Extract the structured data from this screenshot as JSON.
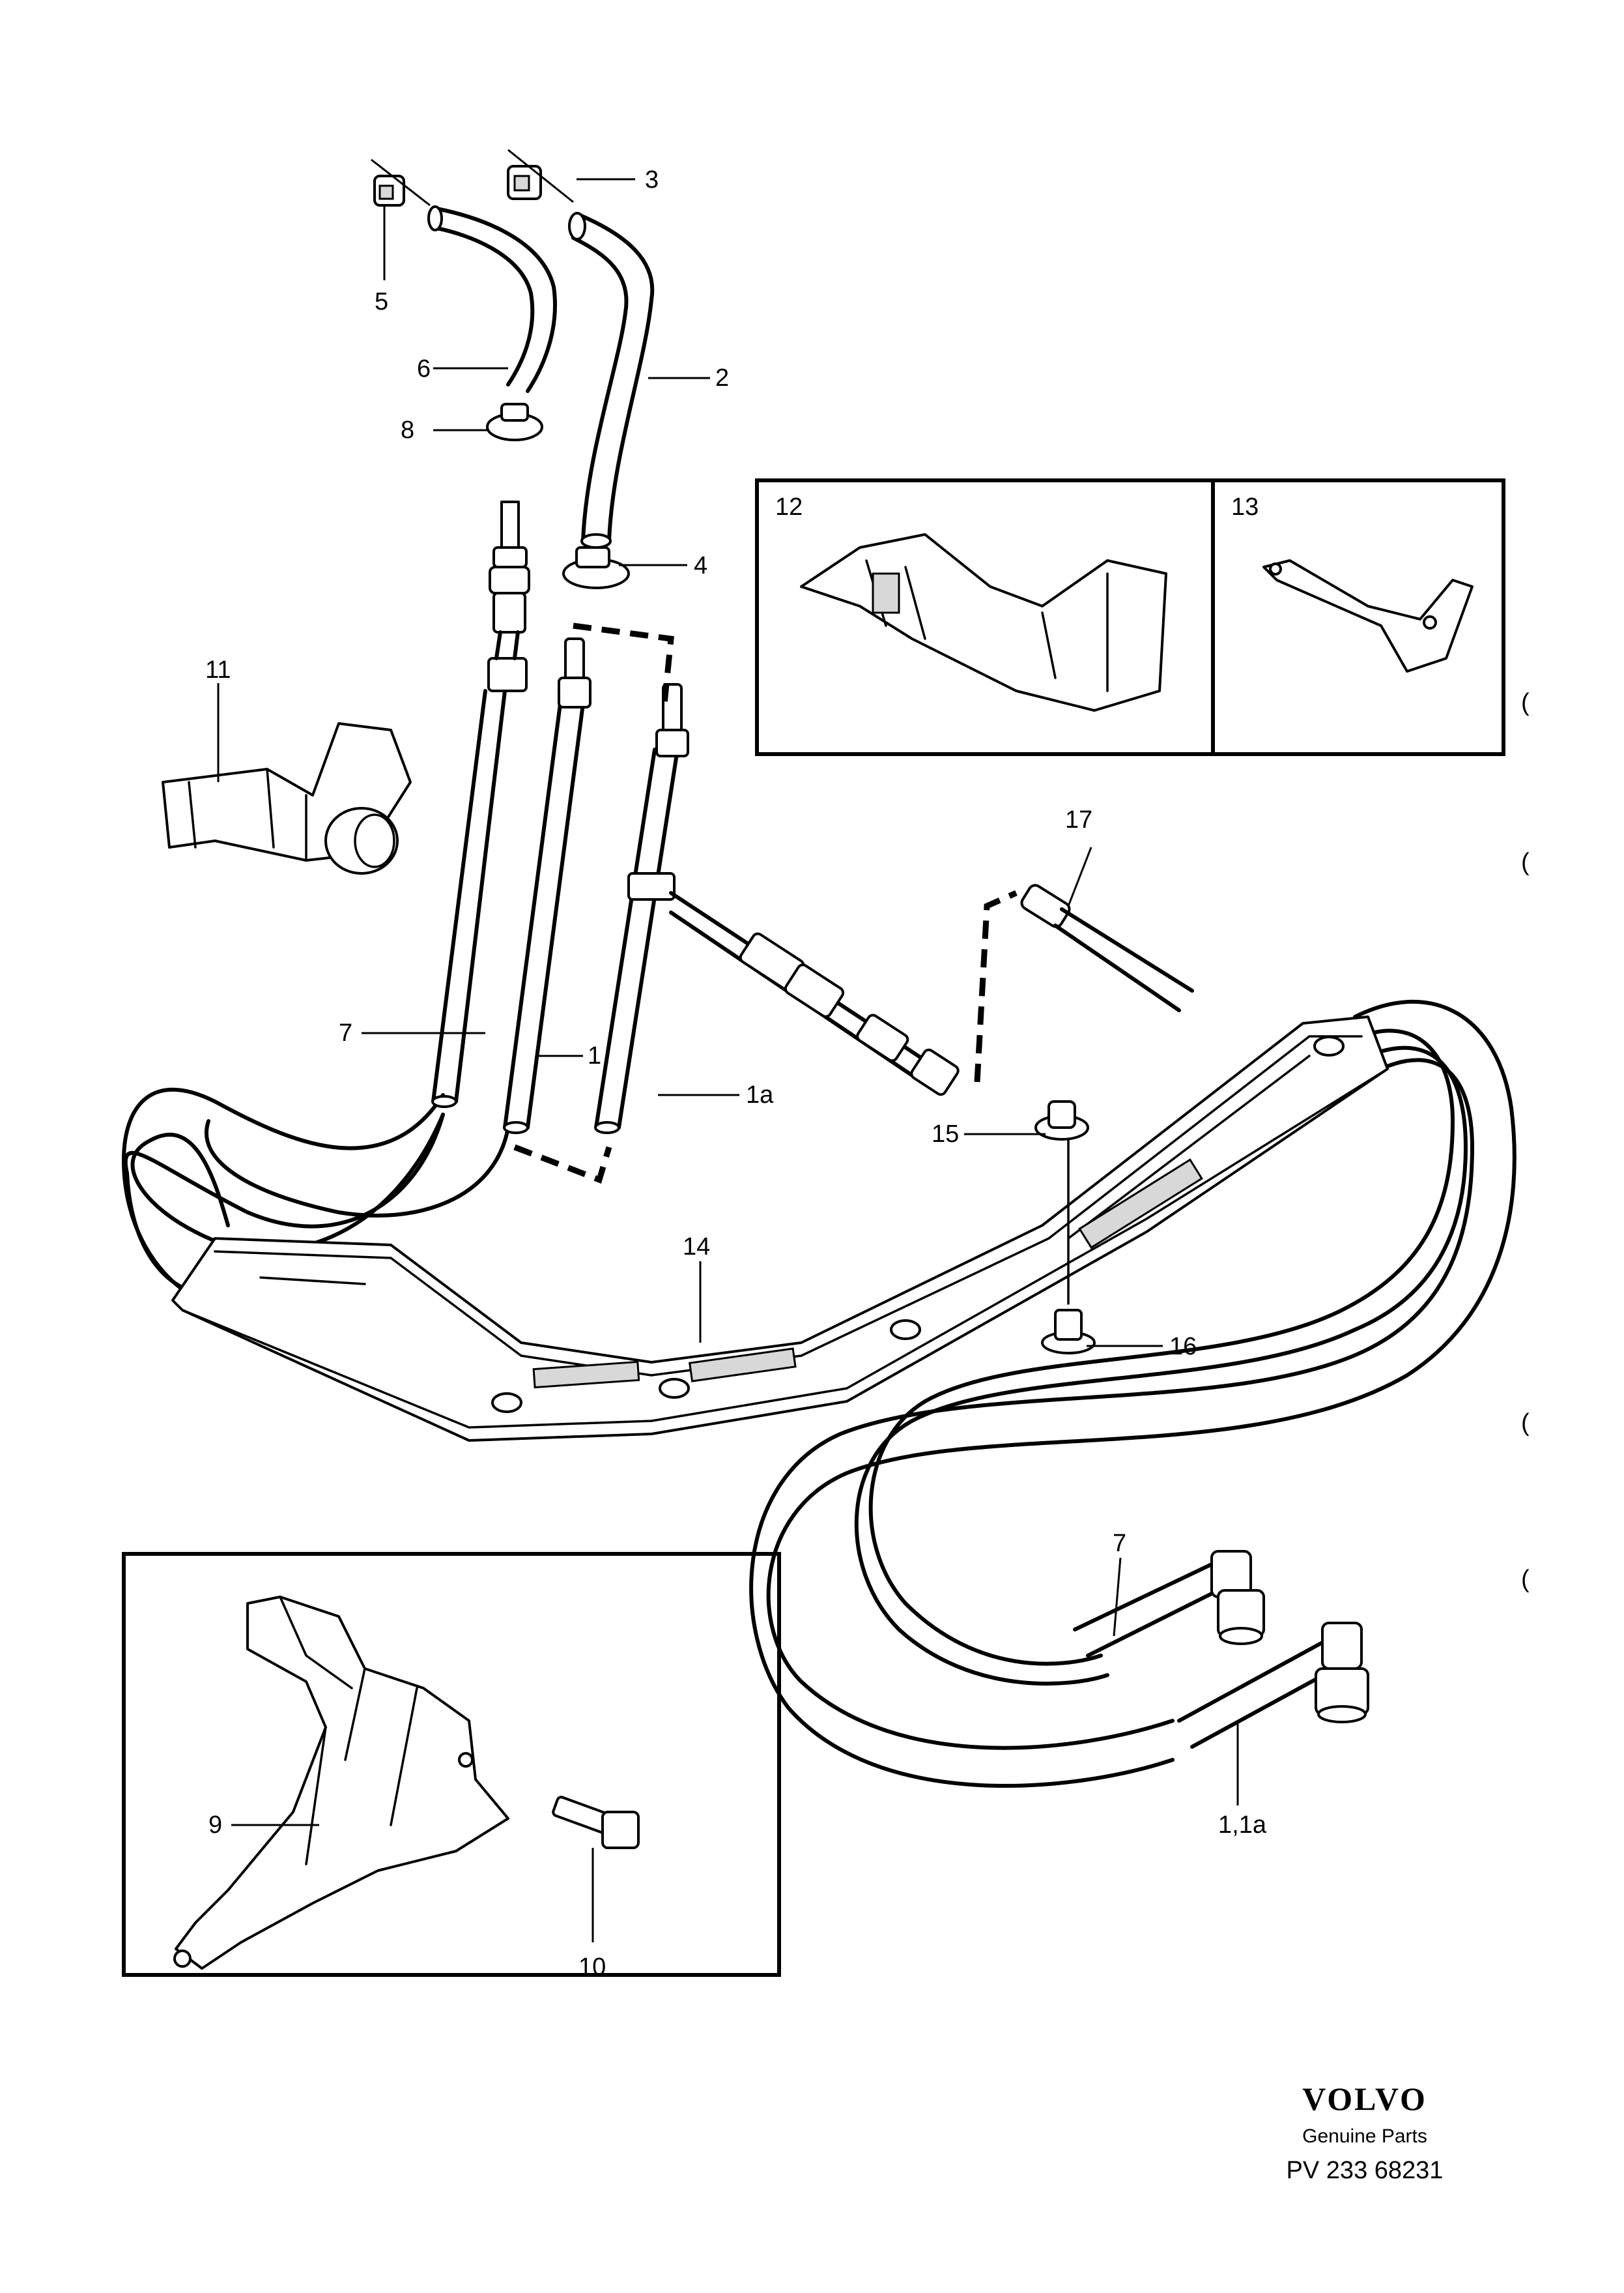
{
  "callouts": {
    "c1": "1",
    "c1a": "1a",
    "c1_1a": "1,1a",
    "c2": "2",
    "c3": "3",
    "c4": "4",
    "c5": "5",
    "c6": "6",
    "c7_top": "7",
    "c7_bottom": "7",
    "c8": "8",
    "c9": "9",
    "c10": "10",
    "c11": "11",
    "c12": "12",
    "c13": "13",
    "c14": "14",
    "c15": "15",
    "c16": "16",
    "c17": "17"
  },
  "brand": {
    "logo": "VOLVO",
    "tagline": "Genuine Parts",
    "reference": "PV 233 68231"
  },
  "margin_marks": [
    "(",
    "(",
    "(",
    "("
  ]
}
